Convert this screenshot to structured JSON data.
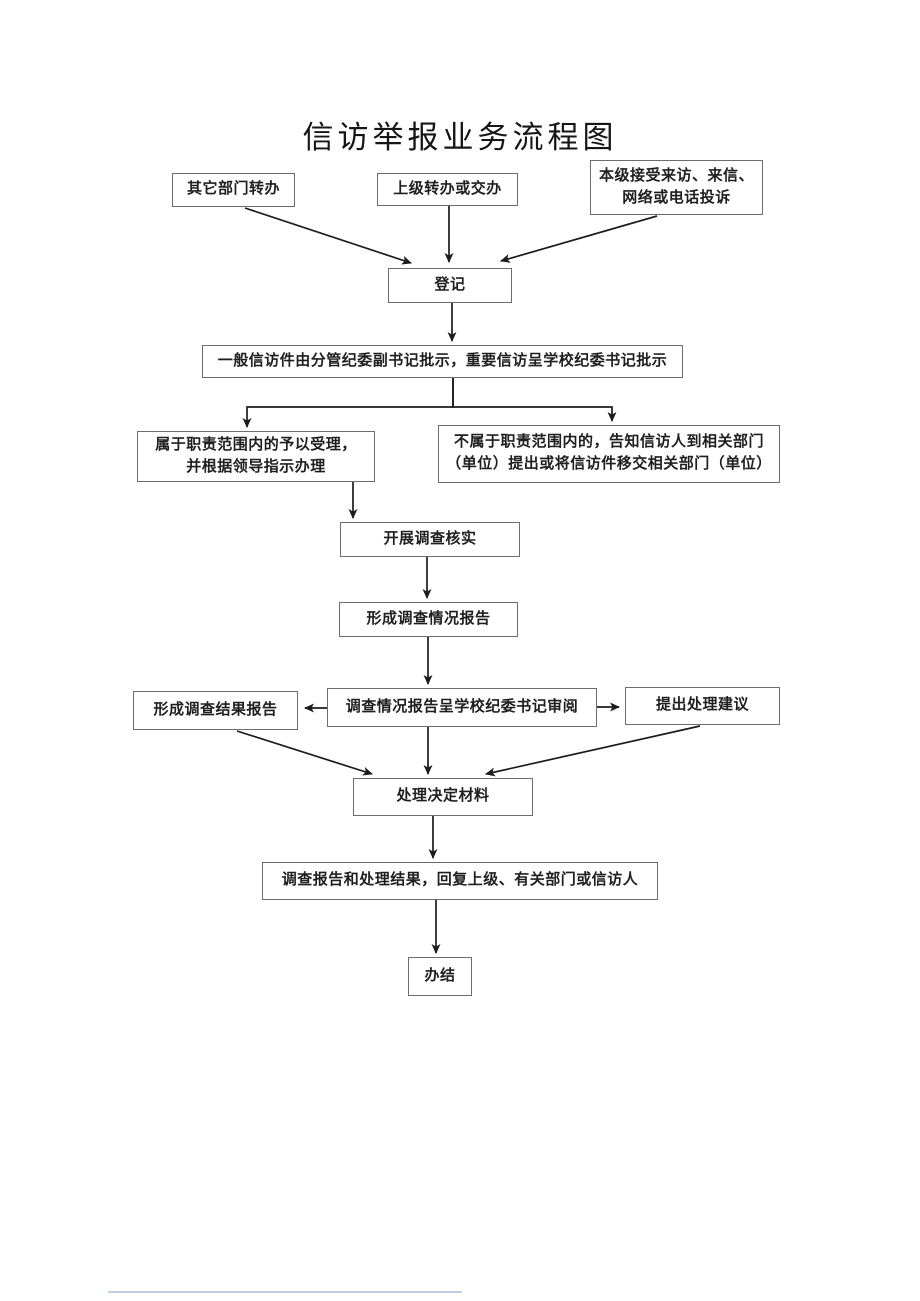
{
  "document": {
    "title": "信访举报业务流程图"
  },
  "flowchart": {
    "nodes": {
      "other_dept": {
        "label": "其它部门转办"
      },
      "higher_level": {
        "label": "上级转办或交办"
      },
      "local_accept": {
        "label": "本级接受来访、来信、\n网络或电话投诉"
      },
      "register": {
        "label": "登记"
      },
      "leader_approval": {
        "label": "一般信访件由分管纪委副书记批示，重要信访呈学校纪委书记批示"
      },
      "within_scope": {
        "label": "属于职责范围内的予以受理，\n并根据领导指示办理"
      },
      "out_of_scope": {
        "label": "不属于职责范围内的，告知信访人到相关部门\n（单位）提出或将信访件移交相关部门（单位）"
      },
      "investigate": {
        "label": "开展调查核实"
      },
      "situation_report": {
        "label": "形成调查情况报告"
      },
      "result_report": {
        "label": "形成调查结果报告"
      },
      "secretary_review": {
        "label": "调查情况报告呈学校纪委书记审阅"
      },
      "handling_suggestion": {
        "label": "提出处理建议"
      },
      "decision_material": {
        "label": "处理决定材料"
      },
      "reply": {
        "label": "调查报告和处理结果，回复上级、有关部门或信访人"
      },
      "complete": {
        "label": "办结"
      }
    },
    "edges": [
      {
        "from": "other_dept",
        "to": "register"
      },
      {
        "from": "higher_level",
        "to": "register"
      },
      {
        "from": "local_accept",
        "to": "register"
      },
      {
        "from": "register",
        "to": "leader_approval"
      },
      {
        "from": "leader_approval",
        "to": "within_scope"
      },
      {
        "from": "leader_approval",
        "to": "out_of_scope"
      },
      {
        "from": "within_scope",
        "to": "investigate"
      },
      {
        "from": "investigate",
        "to": "situation_report"
      },
      {
        "from": "situation_report",
        "to": "secretary_review"
      },
      {
        "from": "secretary_review",
        "to": "result_report"
      },
      {
        "from": "secretary_review",
        "to": "handling_suggestion"
      },
      {
        "from": "secretary_review",
        "to": "decision_material"
      },
      {
        "from": "result_report",
        "to": "decision_material"
      },
      {
        "from": "handling_suggestion",
        "to": "decision_material"
      },
      {
        "from": "decision_material",
        "to": "reply"
      },
      {
        "from": "reply",
        "to": "complete"
      }
    ]
  },
  "colors": {
    "page_bg": "#ffffff",
    "box_border": "#6d6d6d",
    "text": "#1f1f1f",
    "connector": "#1c1c1c",
    "artifact_blue": "#b6c3de"
  }
}
